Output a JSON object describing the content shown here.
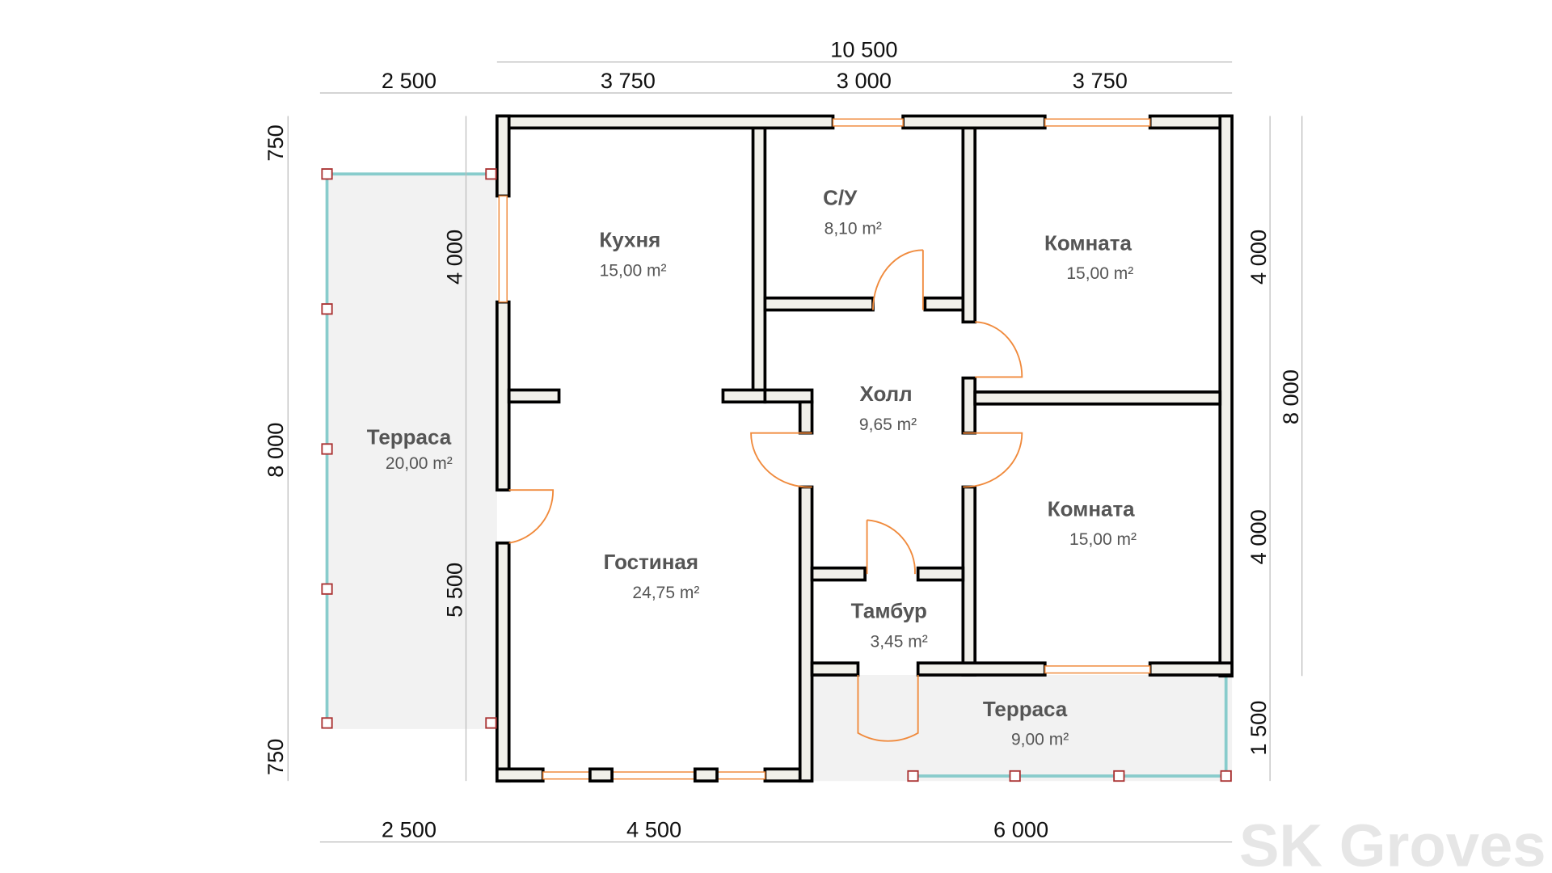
{
  "dimensions": {
    "top_total": "10 500",
    "top_segments": [
      "2 500",
      "3 750",
      "3 000",
      "3 750"
    ],
    "bottom_segments": [
      "2 500",
      "4 500",
      "6 000"
    ],
    "left_outer": [
      "750",
      "8 000",
      "750"
    ],
    "left_inner": [
      "4 000",
      "5 500"
    ],
    "right_inner": [
      "4 000",
      "4 000",
      "1 500"
    ],
    "right_outer": "8 000"
  },
  "rooms": [
    {
      "name": "Кухня",
      "area": "15,00 m²"
    },
    {
      "name": "С/У",
      "area": "8,10 m²"
    },
    {
      "name": "Комната",
      "area": "15,00 m²"
    },
    {
      "name": "Холл",
      "area": "9,65 m²"
    },
    {
      "name": "Комната",
      "area": "15,00 m²"
    },
    {
      "name": "Гостиная",
      "area": "24,75 m²"
    },
    {
      "name": "Тамбур",
      "area": "3,45 m²"
    },
    {
      "name": "Терраса",
      "area": "20,00 m²"
    },
    {
      "name": "Терраса",
      "area": "9,00 m²"
    }
  ],
  "watermark": "SK Groves"
}
